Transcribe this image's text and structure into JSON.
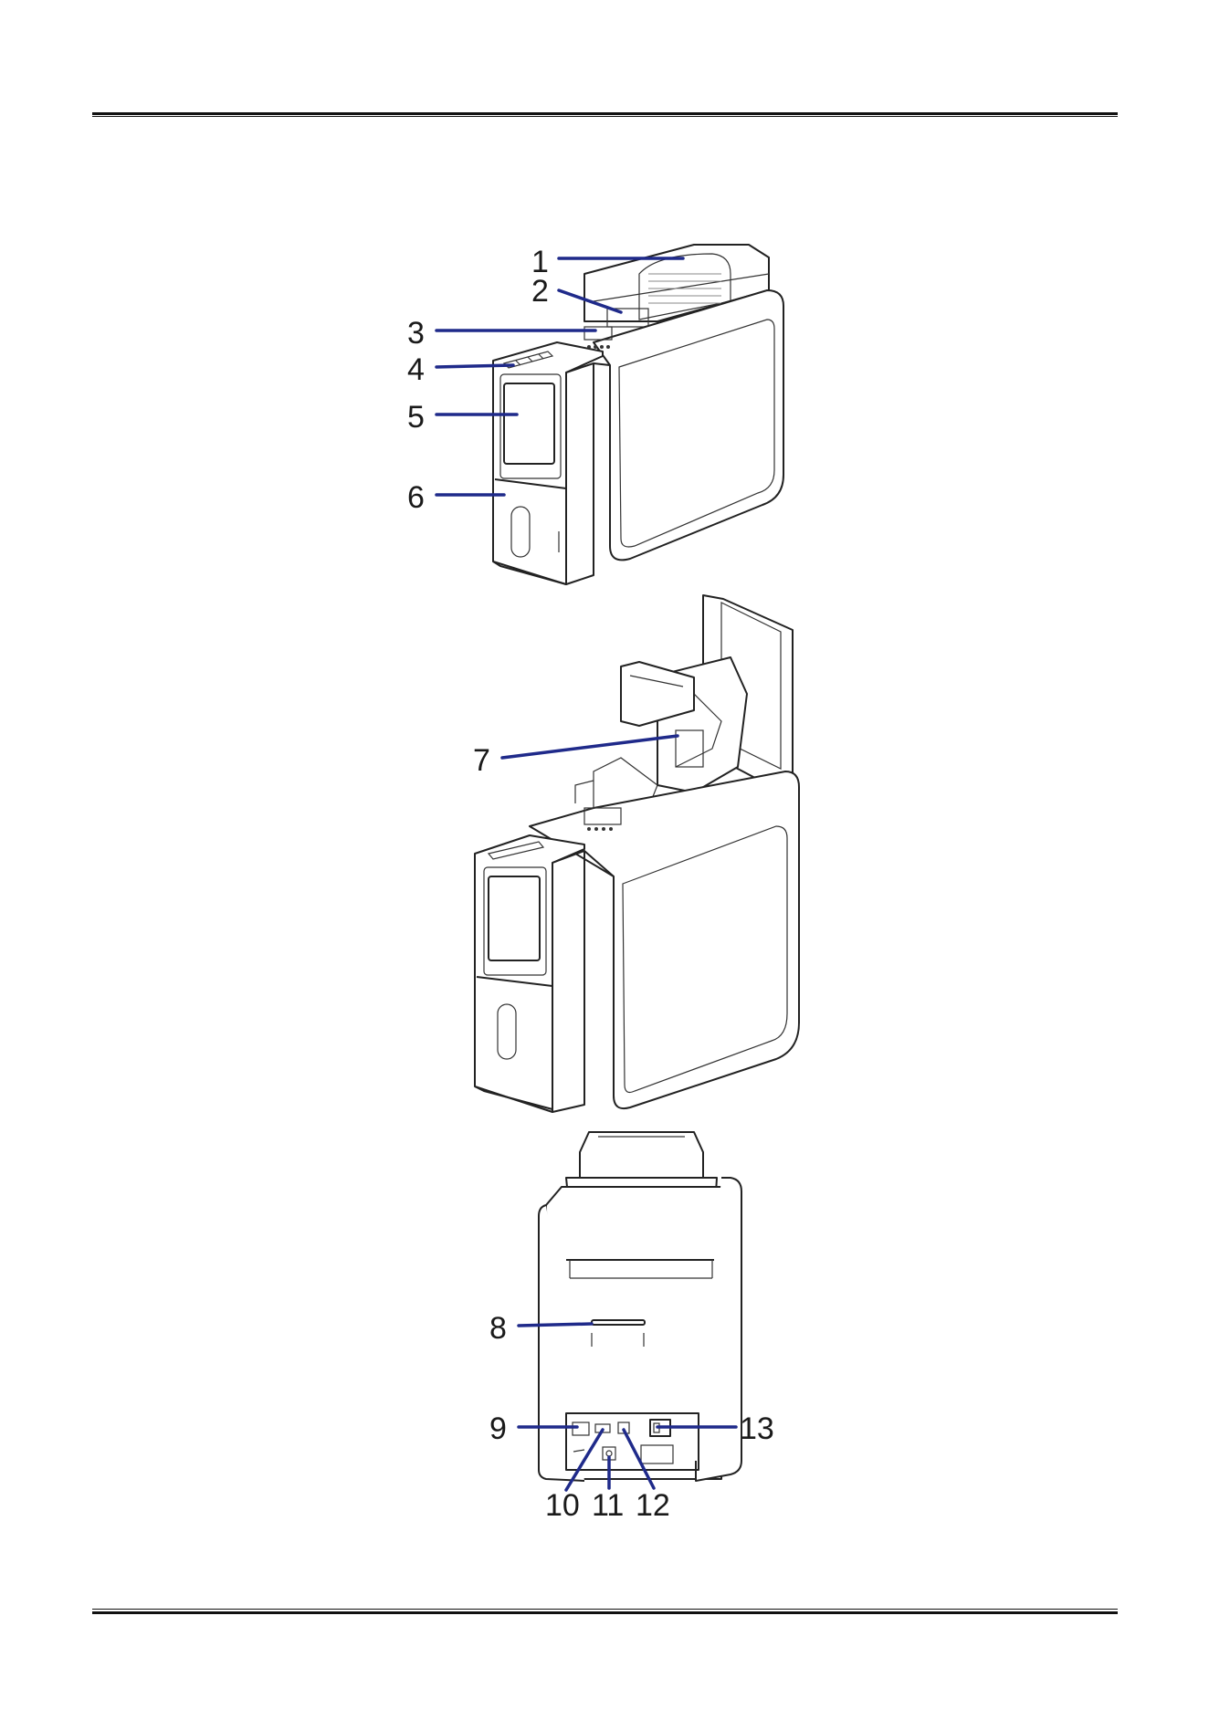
{
  "figures": [
    {
      "view": "front",
      "callouts": [
        "1",
        "2",
        "3",
        "4",
        "5",
        "6"
      ]
    },
    {
      "view": "open",
      "callouts": [
        "7"
      ]
    },
    {
      "view": "rear",
      "callouts": [
        "8",
        "9",
        "10",
        "11",
        "12",
        "13"
      ]
    }
  ],
  "colors": {
    "leader": "#1f2a8a",
    "rule": "#111111"
  }
}
